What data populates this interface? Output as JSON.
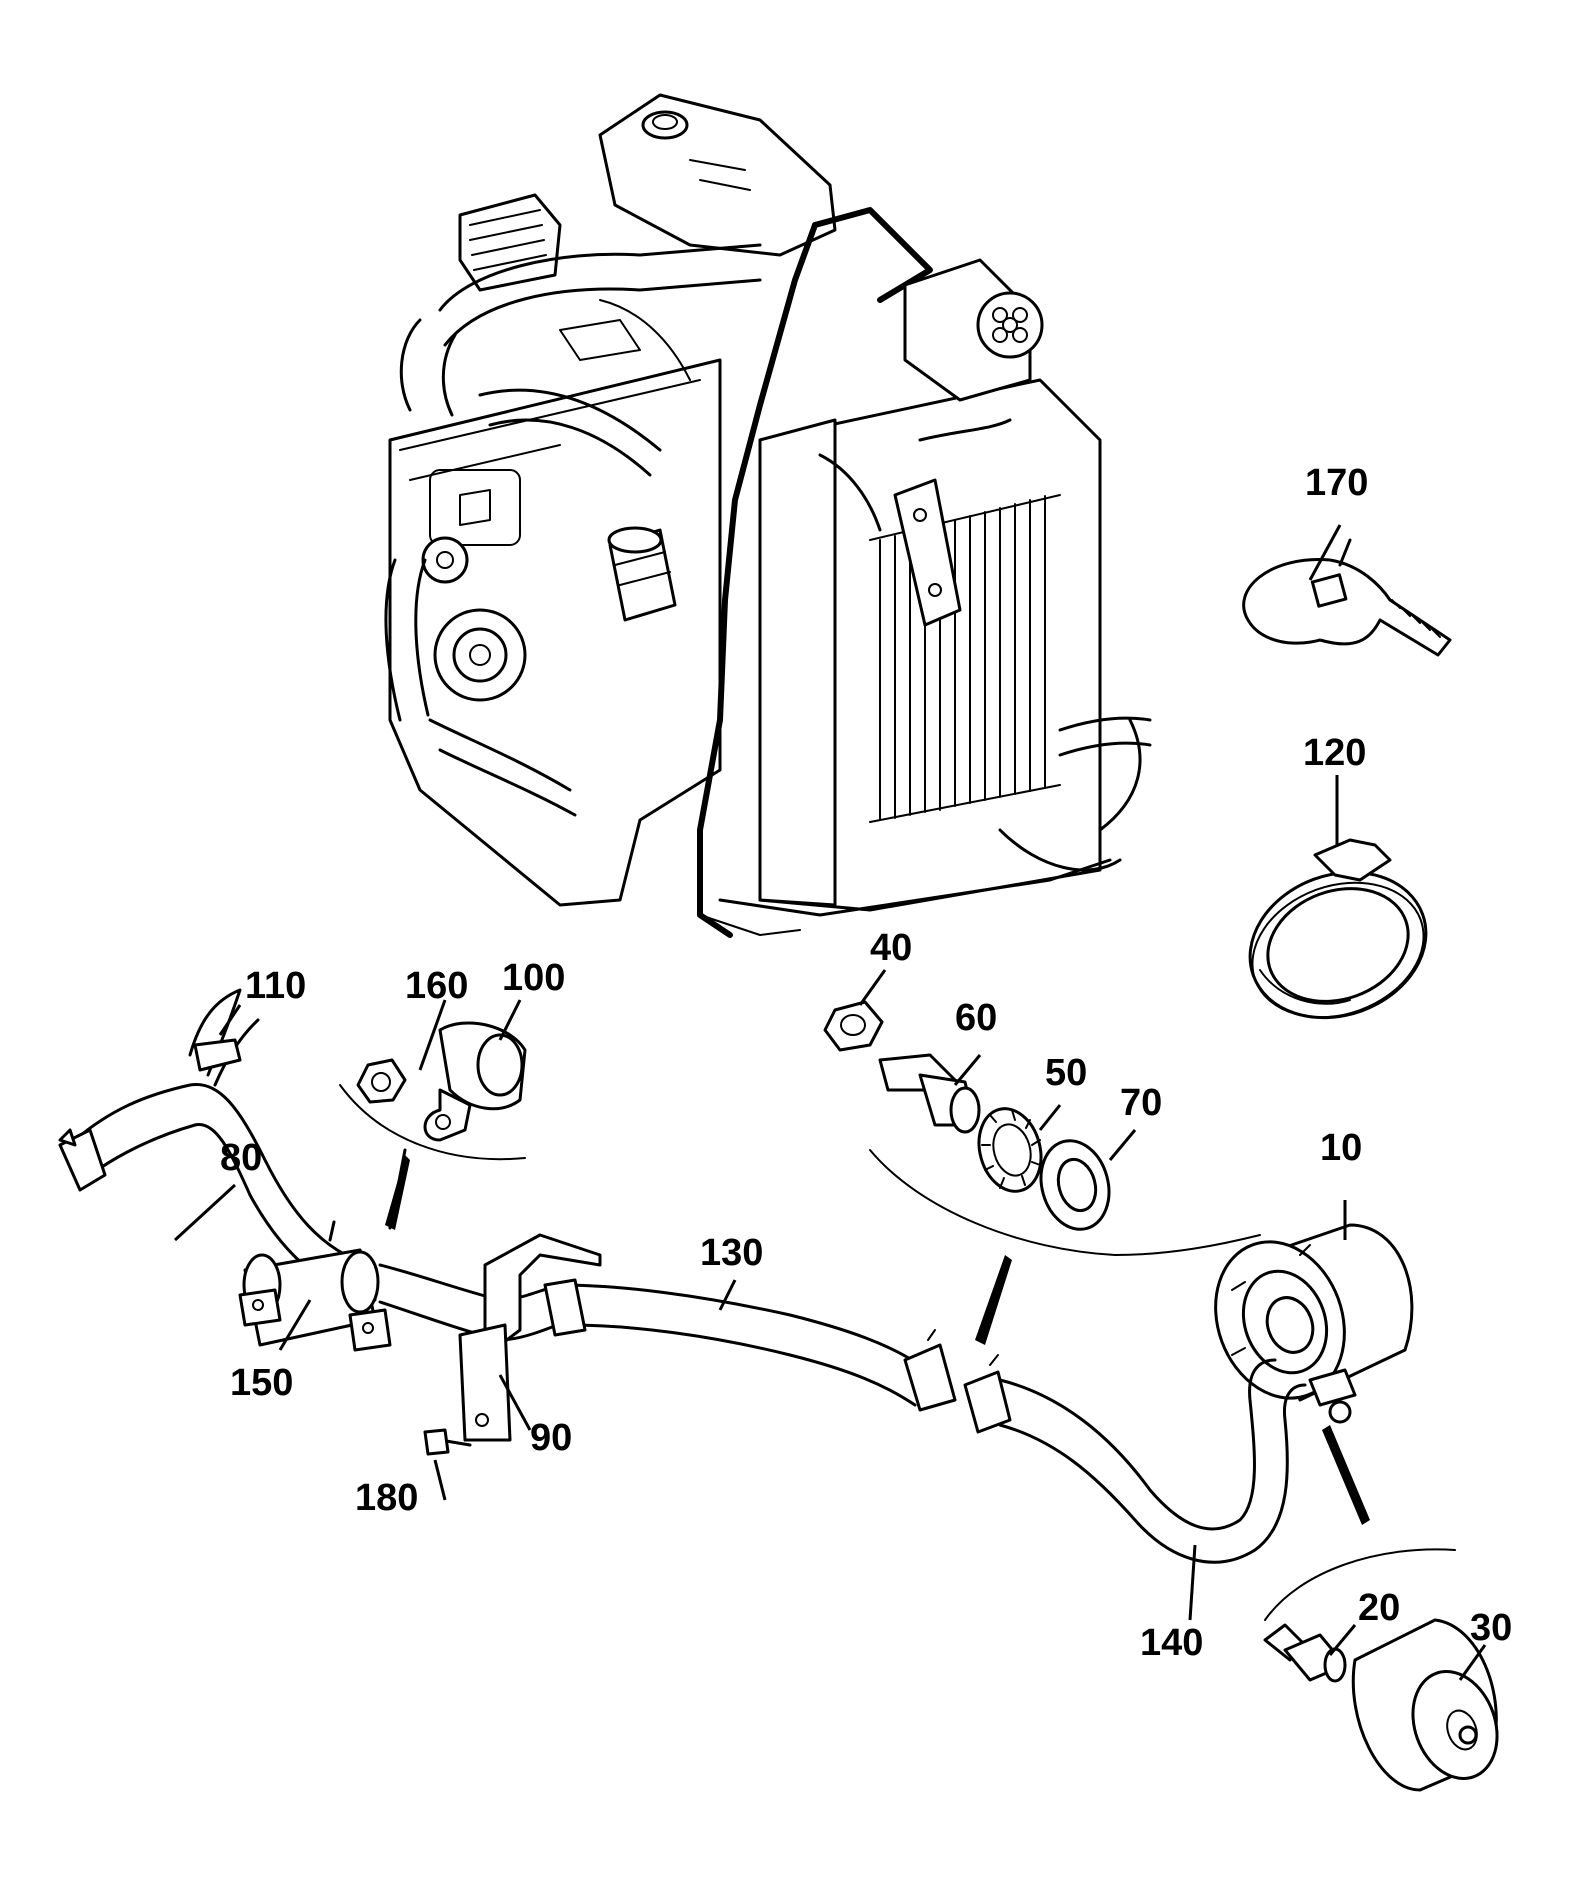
{
  "callouts": {
    "c10": "10",
    "c20": "20",
    "c30": "30",
    "c40": "40",
    "c50": "50",
    "c60": "60",
    "c70": "70",
    "c80": "80",
    "c90": "90",
    "c100": "100",
    "c110": "110",
    "c120": "120",
    "c130": "130",
    "c140": "140",
    "c150": "150",
    "c160": "160",
    "c170": "170",
    "c180": "180"
  },
  "colors": {
    "line": "#000000",
    "background": "#ffffff"
  }
}
